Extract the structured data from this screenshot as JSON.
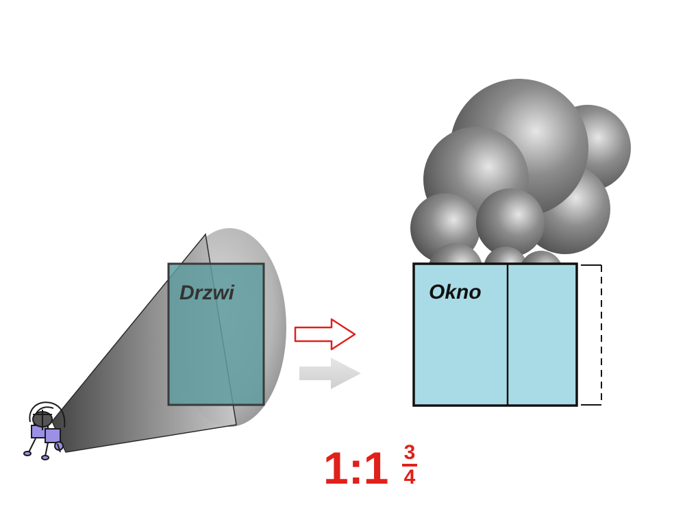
{
  "labels": {
    "door": "Drzwi",
    "window": "Okno"
  },
  "ratio": {
    "whole": "1:1",
    "numerator": "3",
    "denominator": "4"
  },
  "colors": {
    "ratio_red": "#e0201a",
    "window_fill": "#a9dbe6",
    "door_fill": "#5f9c9f",
    "frame_stroke": "#111111",
    "cloud_gray": "#6b6b6b",
    "arrow_red_outline": "#e0201a",
    "arrow_gray": "#d4d4d4"
  },
  "icons": {
    "projector": "projector-icon",
    "red_arrow": "arrow-right-outline-icon",
    "gray_arrow": "arrow-right-icon",
    "cloud": "cloud-icon"
  }
}
